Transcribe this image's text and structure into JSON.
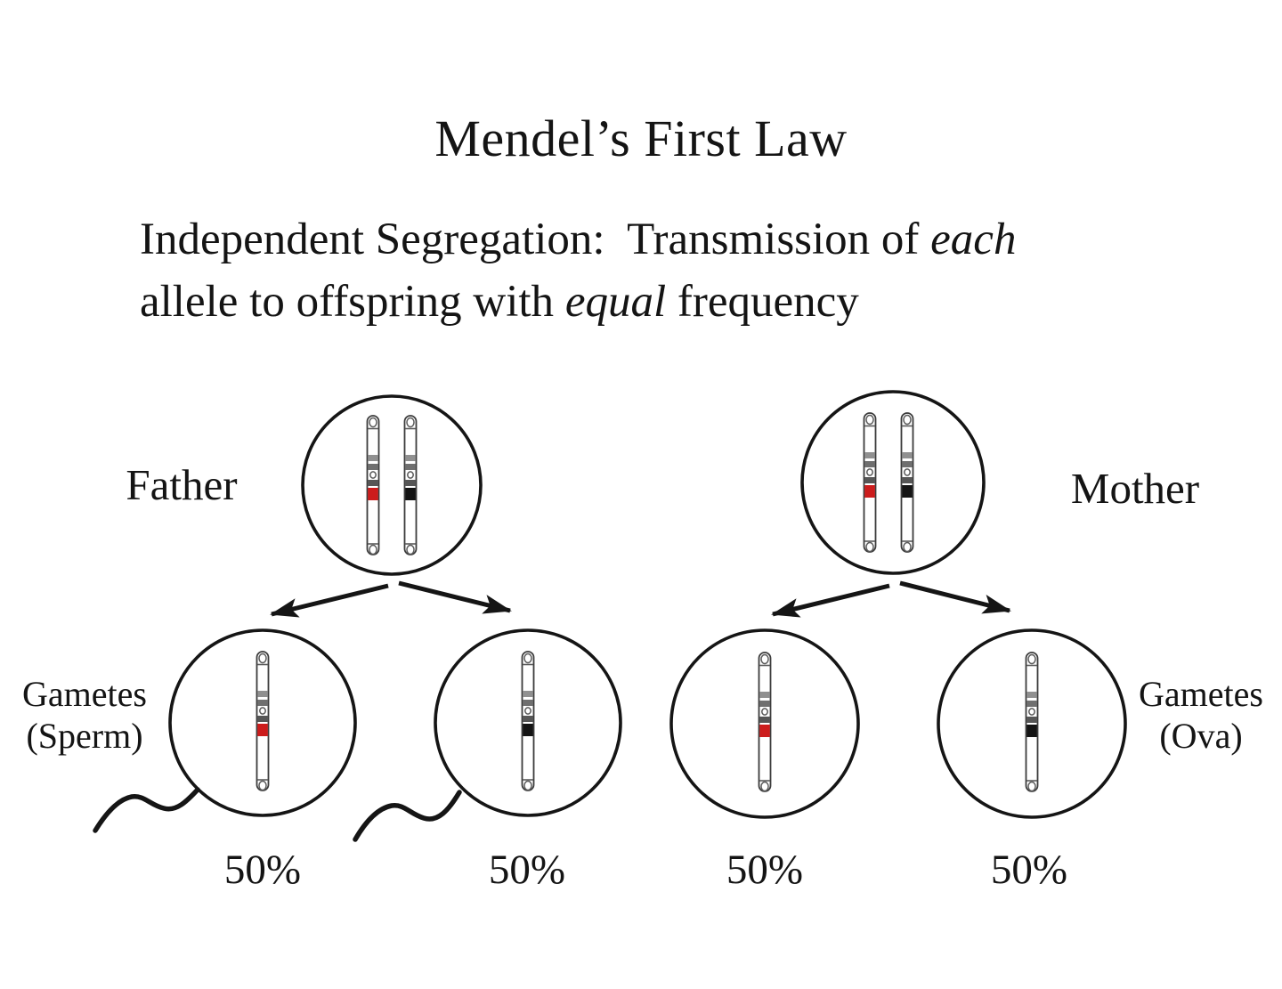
{
  "title": "Mendel’s First Law",
  "subtitle": {
    "line1_normal": "Independent Segregation:  Transmission of ",
    "line1_italic": "each",
    "line2_normal1": "allele to offspring with ",
    "line2_italic": "equal",
    "line2_normal2": " frequency"
  },
  "labels": {
    "father": "Father",
    "mother": "Mother",
    "gametes_sperm_line1": "Gametes",
    "gametes_sperm_line2": "(Sperm)",
    "gametes_ova_line1": "Gametes",
    "gametes_ova_line2": "(Ova)"
  },
  "percentages": [
    "50%",
    "50%",
    "50%",
    "50%"
  ],
  "colors": {
    "allele_red": "#cc1c1c",
    "allele_black": "#141414"
  }
}
